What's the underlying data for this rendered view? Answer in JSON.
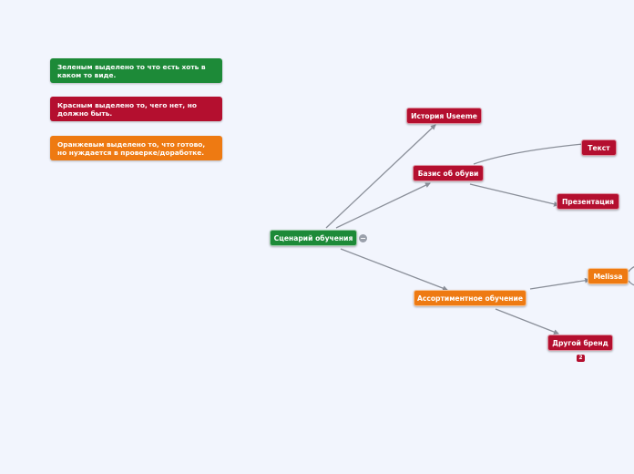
{
  "colors": {
    "green": "#1d8a38",
    "red": "#b40f2f",
    "orange": "#ee7a12",
    "link": "#8a8f99",
    "background": "#f2f5fd"
  },
  "legend": {
    "green_note": "Зеленым выделено то что есть хоть в каком то виде.",
    "red_note": "Красным выделено то, чего нет, но должно быть.",
    "orange_note": "Оранжевым выделено то, что готово, но нуждается в проверке/доработке."
  },
  "mindmap": {
    "root": {
      "label": "Сценарий обучения",
      "color": "green",
      "collapse_icon": "minus-icon"
    },
    "history": {
      "label": "История Useeme",
      "color": "red"
    },
    "shoes": {
      "label": "Базис об обуви",
      "color": "red"
    },
    "text": {
      "label": "Текст",
      "color": "red"
    },
    "presentation": {
      "label": "Презентация",
      "color": "red"
    },
    "assortment": {
      "label": "Ассортиментное обучение",
      "color": "orange"
    },
    "melissa": {
      "label": "Melissa",
      "color": "orange"
    },
    "other_brand": {
      "label": "Другой бренд",
      "color": "red",
      "badge": "2"
    }
  }
}
